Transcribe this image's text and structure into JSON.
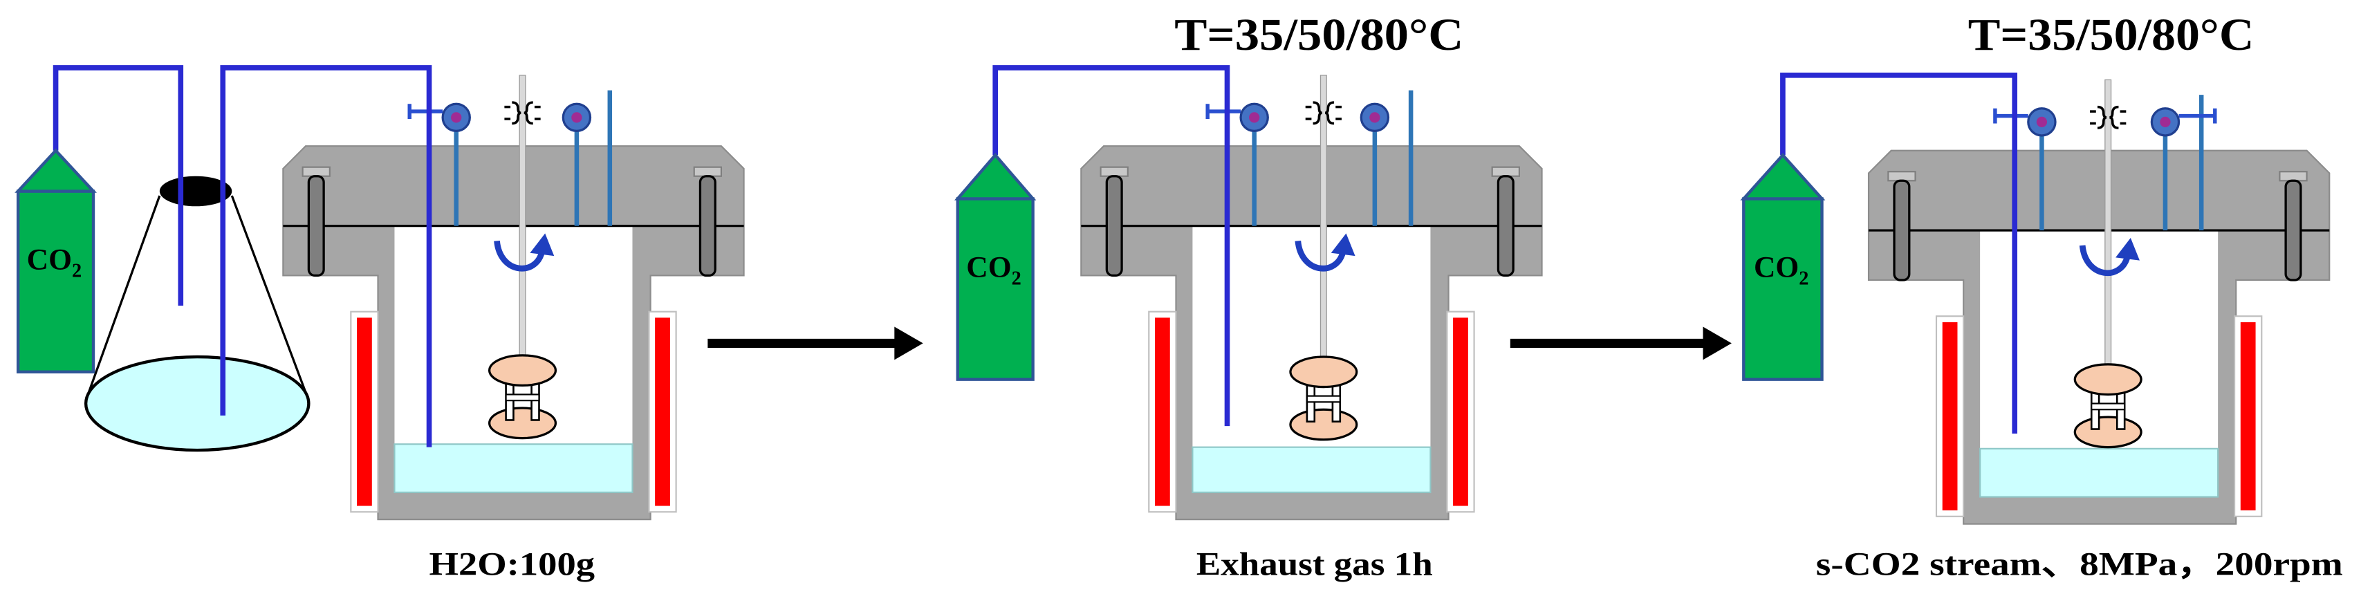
{
  "stages": [
    {
      "co2_cylinder": {
        "label": "CO",
        "label_subscript": "2"
      },
      "caption": "H2O:100g"
    },
    {
      "temperature": "T=35/50/80°C",
      "co2_cylinder": {
        "label": "CO",
        "label_subscript": "2"
      },
      "caption": "Exhaust gas 1h"
    },
    {
      "temperature": "T=35/50/80°C",
      "co2_cylinder": {
        "label": "CO",
        "label_subscript": "2"
      },
      "caption": "s-CO2 stream、8MPa，200rpm"
    }
  ],
  "colors": {
    "co2_cylinder": "#00b050",
    "gas_line": "#2a2ad2",
    "heater": "#ff0000",
    "water": "#ccffff",
    "impeller": "#f8cbad",
    "reactor_body": "#a6a6a6"
  }
}
